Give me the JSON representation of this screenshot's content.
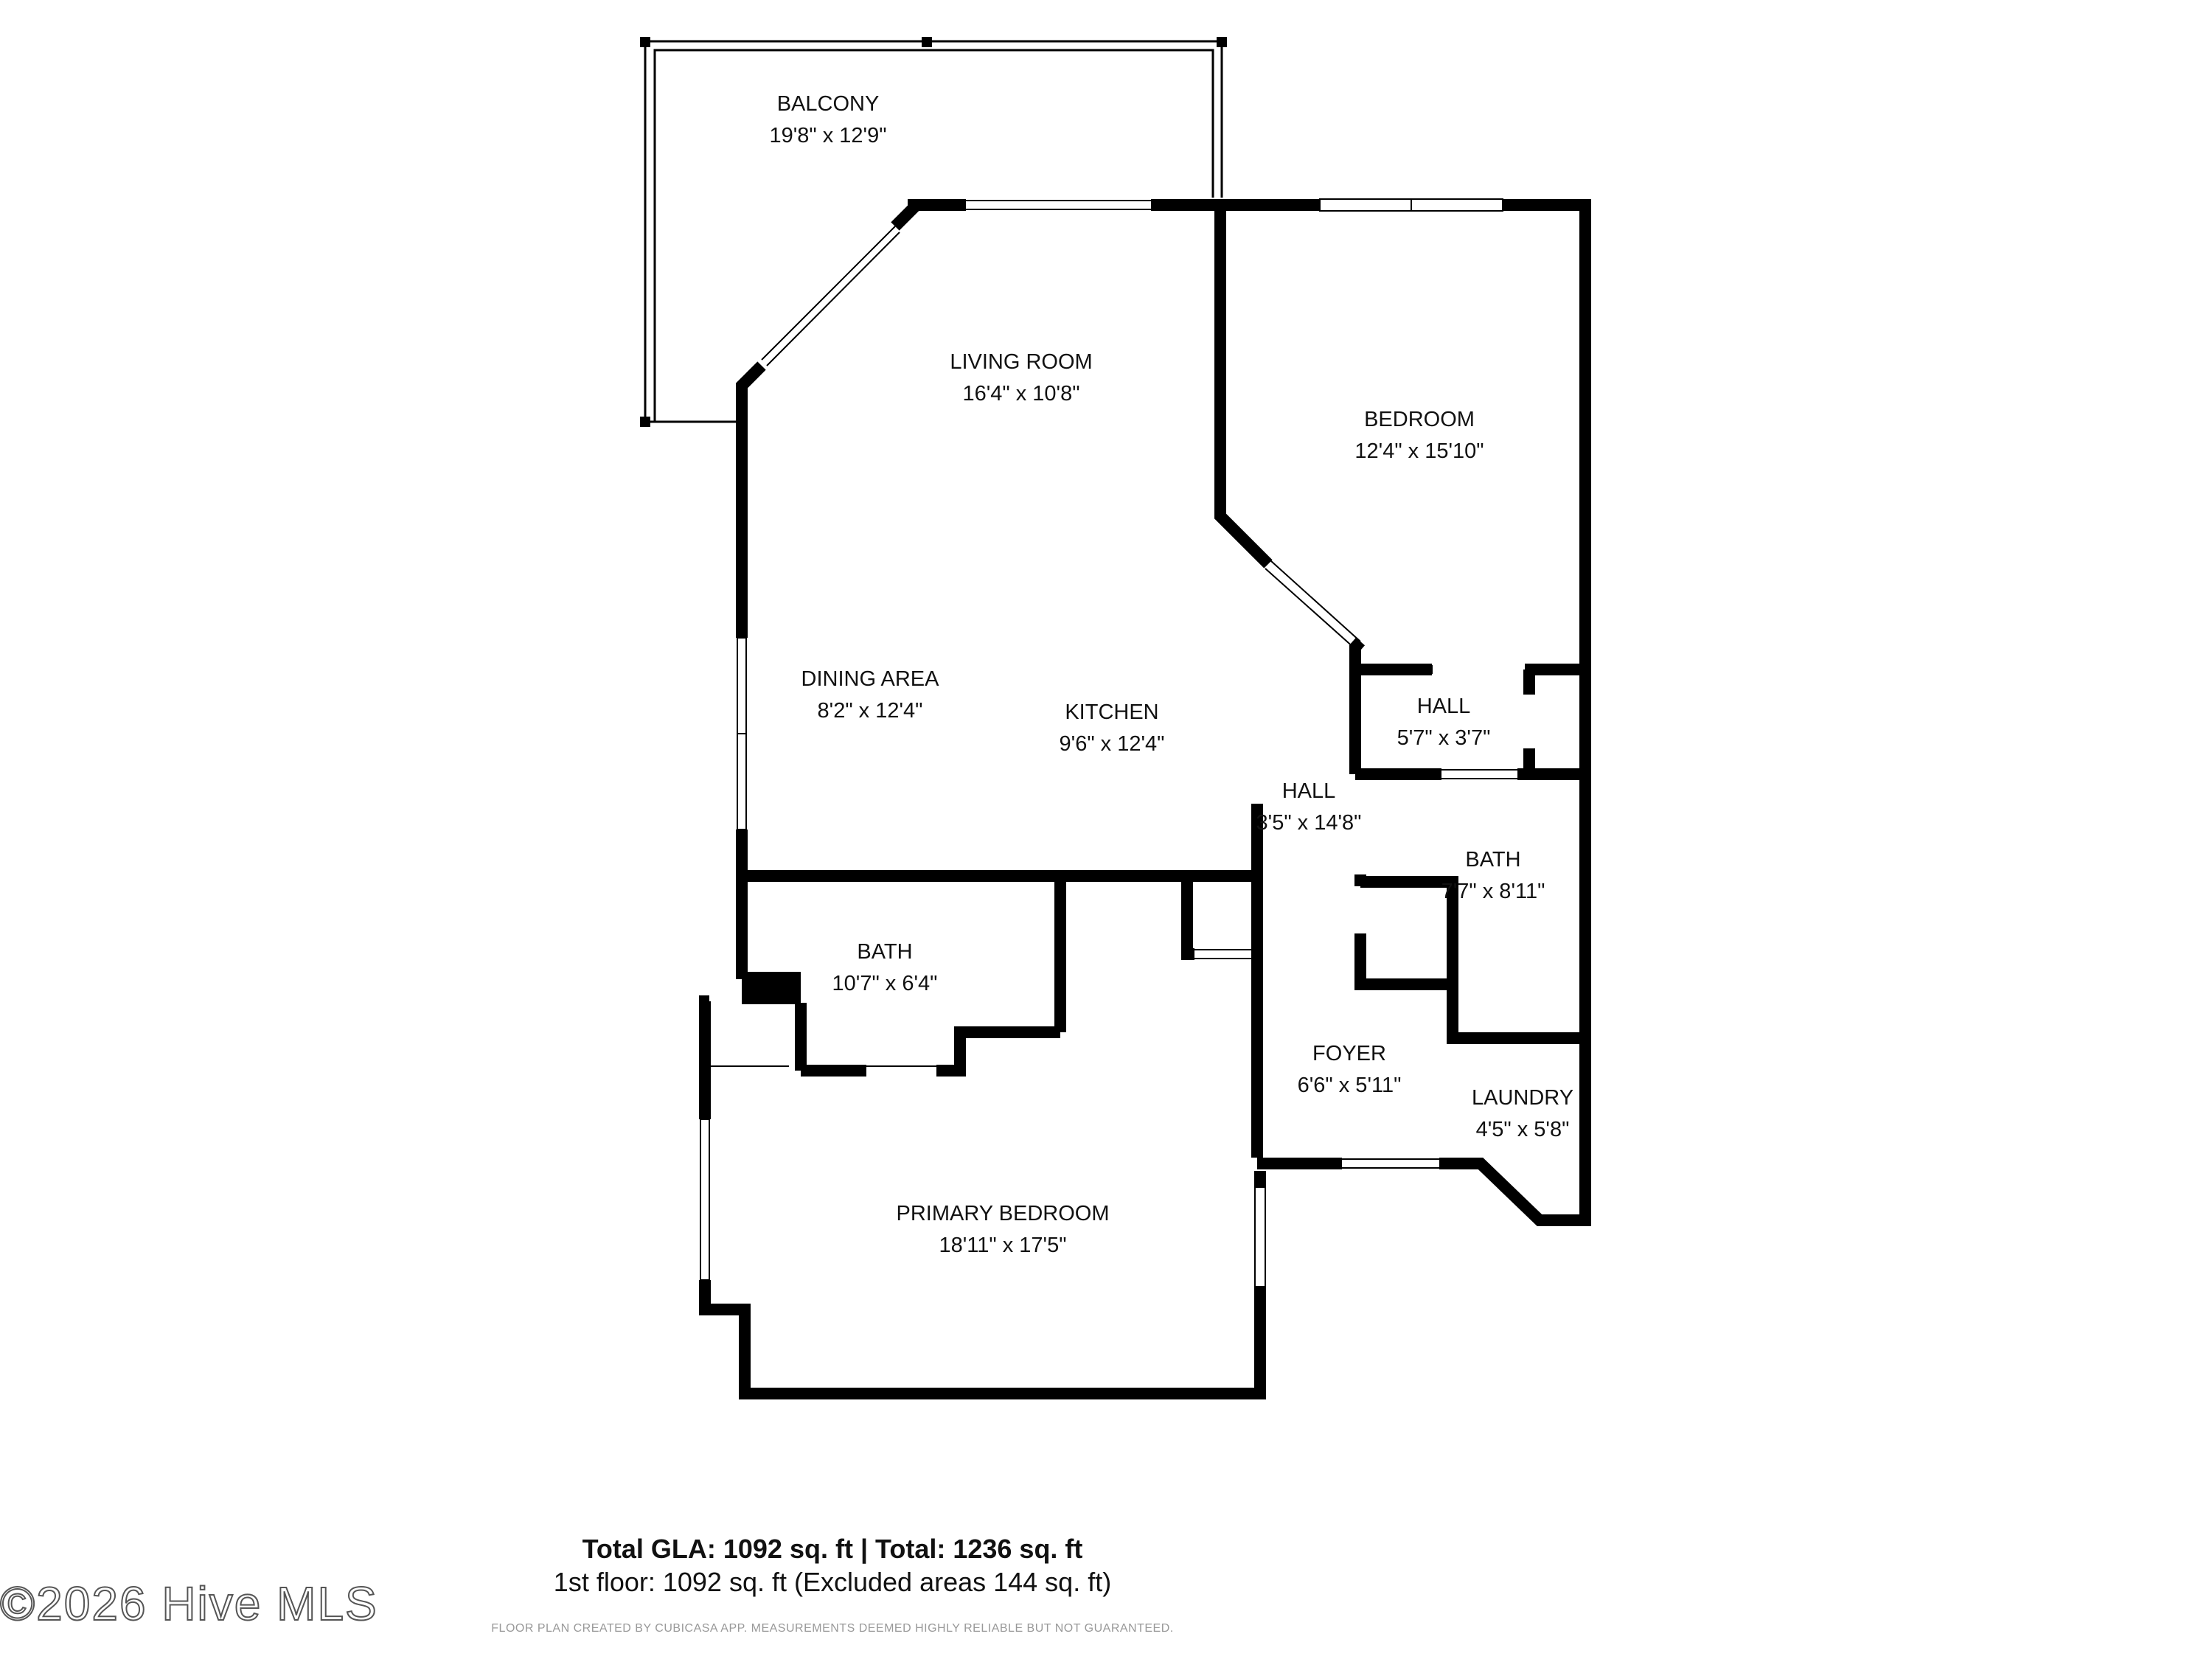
{
  "rooms": {
    "balcony": {
      "name": "BALCONY",
      "dims": "19'8\" x 12'9\""
    },
    "living_room": {
      "name": "LIVING ROOM",
      "dims": "16'4\" x 10'8\""
    },
    "bedroom": {
      "name": "BEDROOM",
      "dims": "12'4\" x 15'10\""
    },
    "dining_area": {
      "name": "DINING AREA",
      "dims": "8'2\" x 12'4\""
    },
    "kitchen": {
      "name": "KITCHEN",
      "dims": "9'6\" x 12'4\""
    },
    "hall_upper": {
      "name": "HALL",
      "dims": "5'7\" x 3'7\""
    },
    "hall_center": {
      "name": "HALL",
      "dims": "3'5\" x 14'8\""
    },
    "bath_right": {
      "name": "BATH",
      "dims": "7'7\" x 8'11\""
    },
    "bath_left": {
      "name": "BATH",
      "dims": "10'7\" x 6'4\""
    },
    "foyer": {
      "name": "FOYER",
      "dims": "6'6\" x 5'11\""
    },
    "laundry": {
      "name": "LAUNDRY",
      "dims": "4'5\" x 5'8\""
    },
    "primary_bedroom": {
      "name": "PRIMARY BEDROOM",
      "dims": "18'11\" x 17'5\""
    }
  },
  "totals": {
    "line1": "Total GLA: 1092 sq. ft | Total: 1236 sq. ft",
    "line2": "1st floor: 1092 sq. ft (Excluded areas 144 sq. ft)"
  },
  "disclaimer": "FLOOR PLAN CREATED BY CUBICASA APP. MEASUREMENTS DEEMED HIGHLY RELIABLE BUT NOT GUARANTEED.",
  "watermark": "©2026 Hive MLS",
  "colors": {
    "wall": "#000000",
    "background": "#ffffff",
    "text": "#111111"
  }
}
